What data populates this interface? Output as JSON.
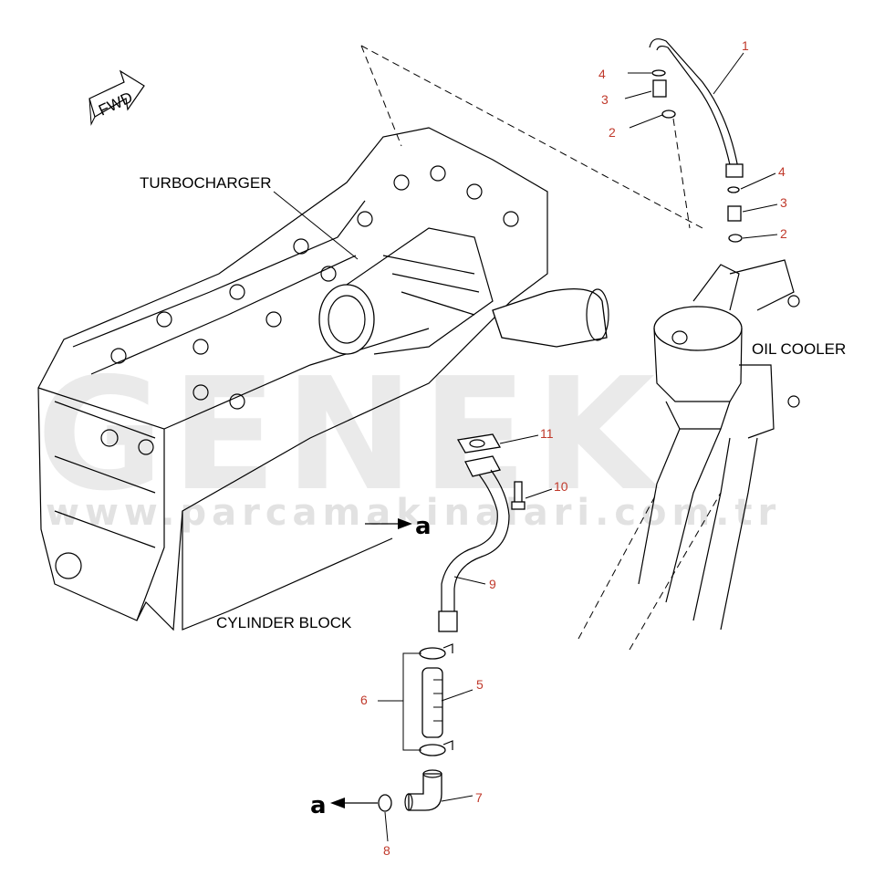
{
  "watermark": {
    "brand": "GENEK",
    "url": "www.parcamakinalari.com.tr"
  },
  "labels": {
    "fwd": "FWD",
    "turbocharger": "TURBOCHARGER",
    "oil_cooler": "OIL COOLER",
    "cylinder_block": "CYLINDER BLOCK",
    "ref_a_upper": "a",
    "ref_a_lower": "a"
  },
  "callouts": {
    "p1": "1",
    "p2_top": "2",
    "p3_top": "3",
    "p4_top": "4",
    "p4_mid": "4",
    "p3_mid": "3",
    "p2_mid": "2",
    "p11": "11",
    "p10": "10",
    "p9": "9",
    "p6": "6",
    "p5": "5",
    "p7": "7",
    "p8": "8"
  },
  "colors": {
    "callout": "#c0392b",
    "line": "#000000",
    "watermark": "#d9d9d9"
  }
}
